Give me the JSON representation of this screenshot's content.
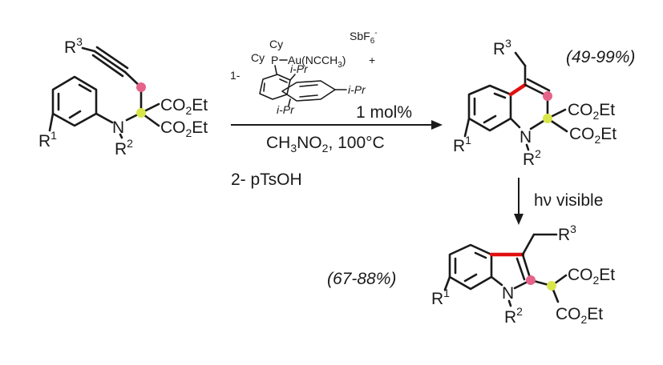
{
  "colors": {
    "bond": "#1a1a1a",
    "new_bond": "#e01010",
    "carbon_marker": "#e5628a",
    "quaternary_marker": "#d9e64a"
  },
  "reactant": {
    "r3": "R",
    "r3_sup": "3",
    "r1": "R",
    "r1_sup": "1",
    "n": "N",
    "r2": "R",
    "r2_sup": "2",
    "ester1": "CO",
    "ester1_sub": "2",
    "ester1_tail": "Et",
    "ester2": "CO",
    "ester2_sub": "2",
    "ester2_tail": "Et"
  },
  "conditions": {
    "step1_label": "1-",
    "cy1": "Cy",
    "cy2": "Cy",
    "p": "P",
    "au": "Au(NCCH",
    "au_sub": "3",
    "au_tail": ")",
    "plus": "+",
    "counterion": "SbF",
    "counterion_sub": "6",
    "counterion_sup": "-",
    "ipr1": "i-Pr",
    "ipr2": "i-Pr",
    "ipr3": "i-Pr",
    "loading": "1 mol%",
    "solvent": "CH",
    "solvent_sub1": "3",
    "solvent_mid": "NO",
    "solvent_sub2": "2",
    "solvent_tail": ", 100°C",
    "step2": "2- pTsOH"
  },
  "product1": {
    "yield": "(49-99%)",
    "r3": "R",
    "r3_sup": "3",
    "r1": "R",
    "r1_sup": "1",
    "n": "N",
    "r2": "R",
    "r2_sup": "2",
    "ester1": "CO",
    "ester1_sub": "2",
    "ester1_tail": "Et",
    "ester2": "CO",
    "ester2_sub": "2",
    "ester2_tail": "Et"
  },
  "photo_step": {
    "label": "hν  visible"
  },
  "product2": {
    "yield": "(67-88%)",
    "r3": "R",
    "r3_sup": "3",
    "r1": "R",
    "r1_sup": "1",
    "n": "N",
    "r2": "R",
    "r2_sup": "2",
    "ester1": "CO",
    "ester1_sub": "2",
    "ester1_tail": "Et",
    "ester2": "CO",
    "ester2_sub": "2",
    "ester2_tail": "Et"
  }
}
